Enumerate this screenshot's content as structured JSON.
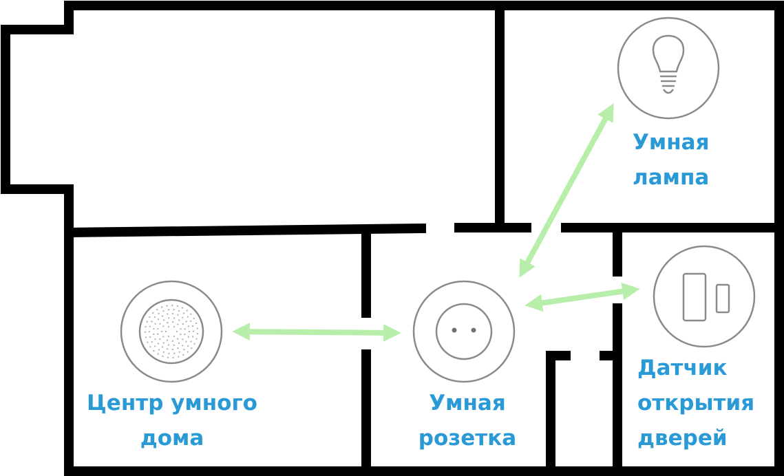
{
  "colors": {
    "walls": "#000000",
    "label": "#2a9ad6",
    "arrow": "#b6eeaa",
    "device_outline": "#8a8a8a"
  },
  "devices": {
    "hub": {
      "icon": "smart-hub-icon",
      "label_lines": [
        "Центр умного",
        "дома"
      ]
    },
    "socket": {
      "icon": "power-socket-icon",
      "label_lines": [
        "Умная",
        "розетка"
      ]
    },
    "lamp": {
      "icon": "light-bulb-icon",
      "label_lines": [
        "Умная",
        "лампа"
      ]
    },
    "door_sensor": {
      "icon": "door-sensor-icon",
      "label_lines": [
        "Датчик",
        "открытия",
        "дверей"
      ]
    }
  },
  "connections": [
    {
      "from": "hub",
      "to": "socket",
      "type": "bidirectional"
    },
    {
      "from": "socket",
      "to": "lamp",
      "type": "bidirectional"
    },
    {
      "from": "socket",
      "to": "door_sensor",
      "type": "bidirectional"
    }
  ]
}
